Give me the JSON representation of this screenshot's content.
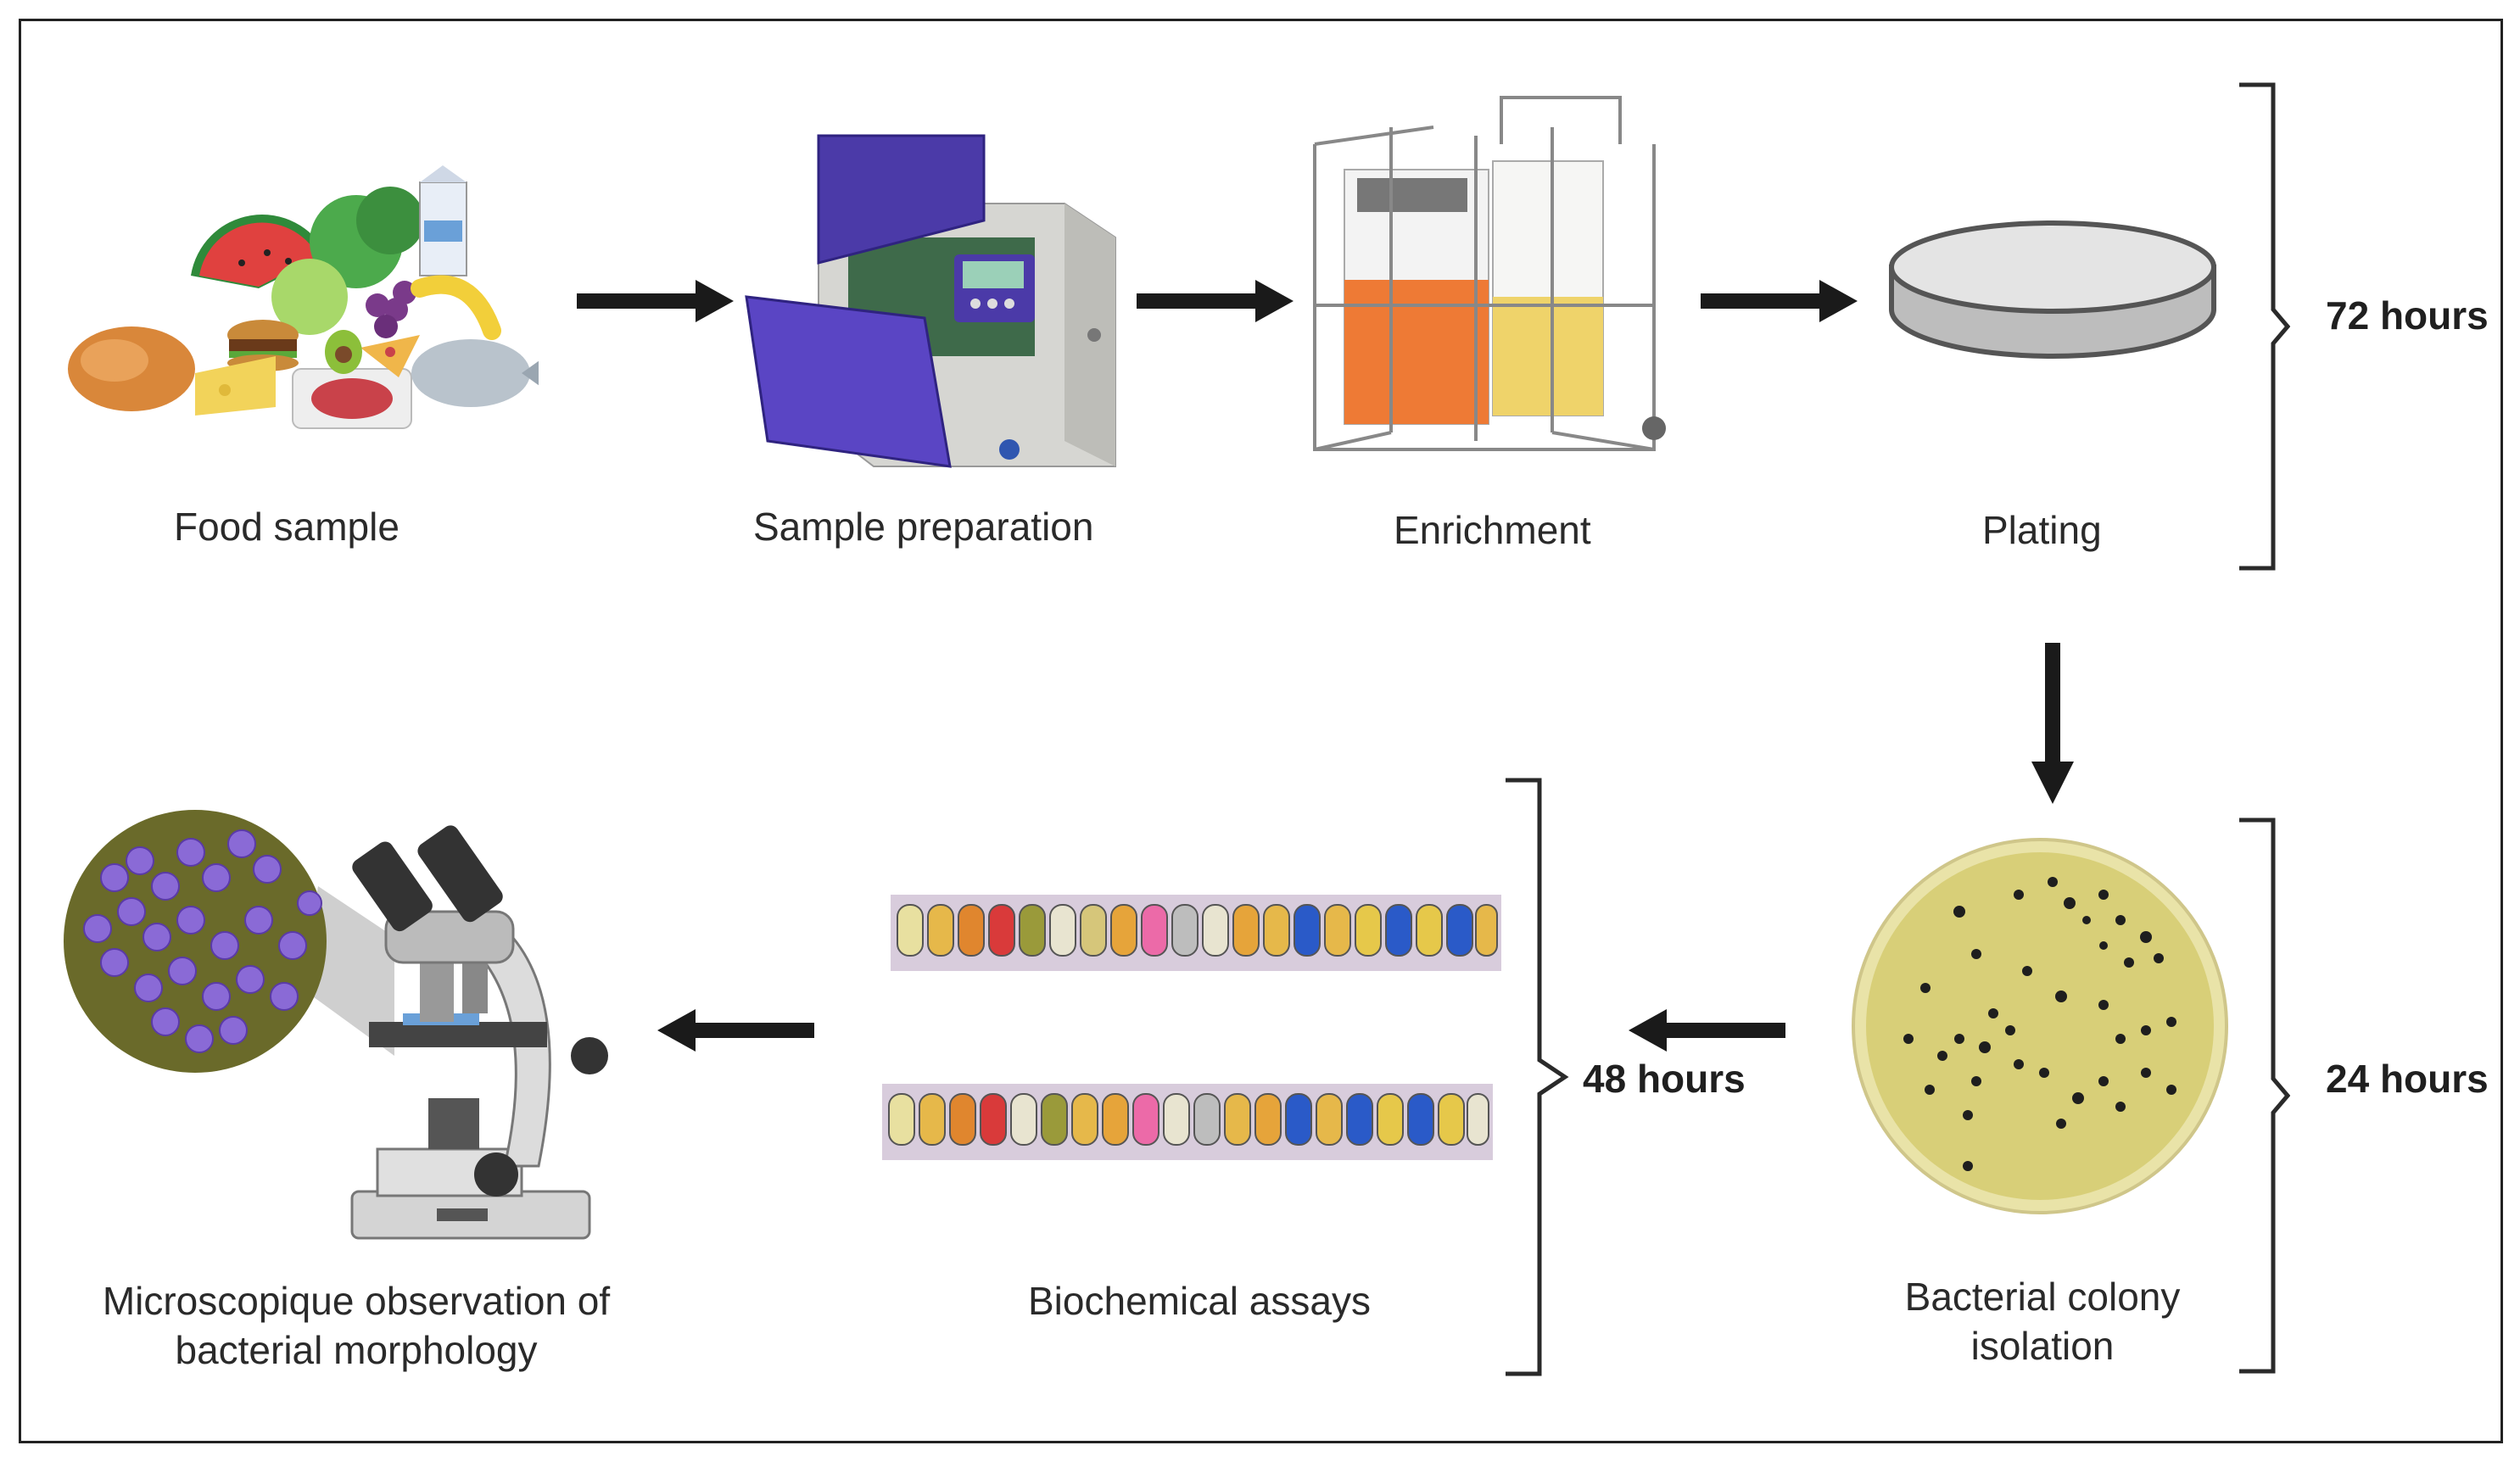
{
  "steps": {
    "food_sample": "Food sample",
    "sample_preparation": "Sample preparation",
    "enrichment": "Enrichment",
    "plating": "Plating",
    "colony_isolation_line1": "Bacterial colony",
    "colony_isolation_line2": "isolation",
    "biochemical_assays": "Biochemical assays",
    "microscopy_line1": "Microscopique observation of",
    "microscopy_line2": "bacterial morphology"
  },
  "durations": {
    "first": "72 hours",
    "second": "24 hours",
    "third": "48 hours"
  },
  "icons": {
    "food": "food-assortment-icon",
    "stomacher": "stomacher-blender-icon",
    "enrichment_rack": "enrichment-bag-rack-icon",
    "petri": "petri-dish-icon",
    "colony_plate": "colony-plate-icon",
    "api_strip": "biochemical-strip-icon",
    "microscope": "microscope-icon"
  },
  "colors": {
    "arrow": "#1a1a1a",
    "bracket": "#2a2a2a",
    "agar": "#d8cf78",
    "stomacher_lid": "#4b3aa8",
    "micro_cells": "#8a6ad6"
  }
}
